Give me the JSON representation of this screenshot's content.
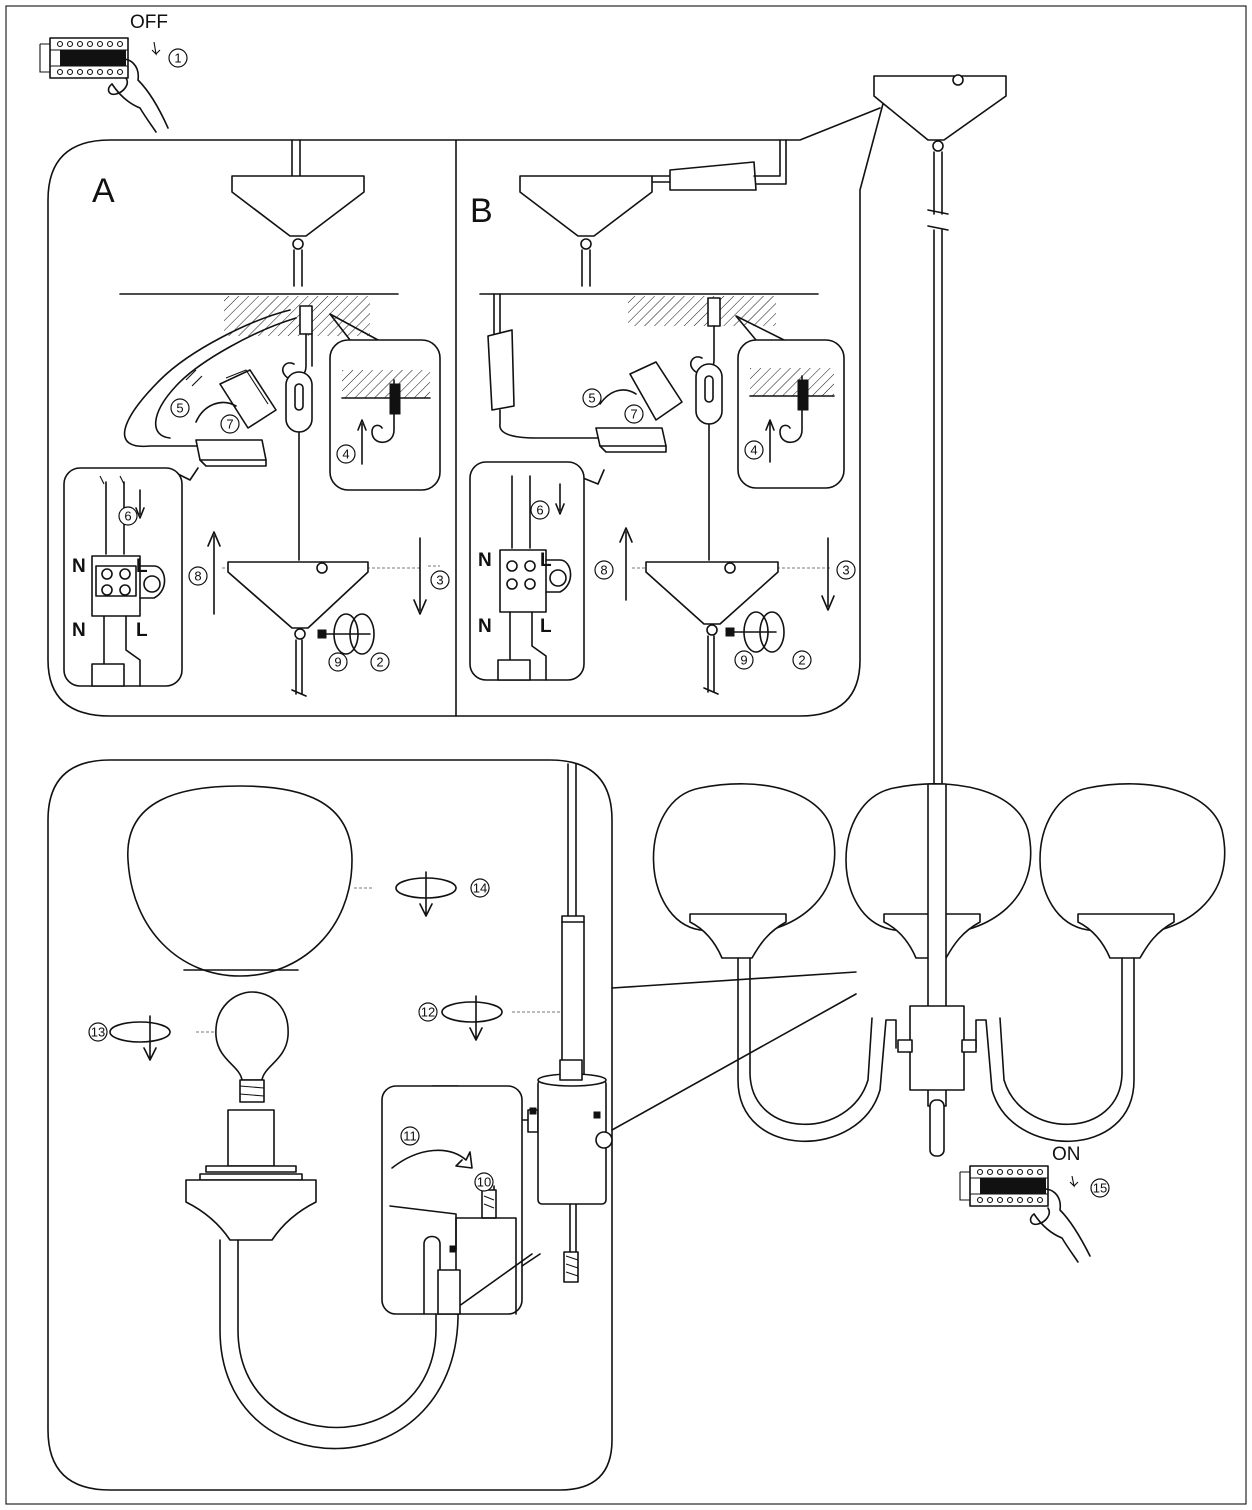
{
  "switch_off": {
    "label": "OFF",
    "step": "1"
  },
  "switch_on": {
    "label": "ON",
    "step": "15"
  },
  "panel_a": {
    "letter": "A",
    "steps": {
      "s2": "2",
      "s3": "3",
      "s4": "4",
      "s5": "5",
      "s6": "6",
      "s7": "7",
      "s8": "8",
      "s9": "9"
    },
    "terminal": {
      "n_top": "N",
      "l_top": "L",
      "n_bottom": "N",
      "l_bottom": "L"
    }
  },
  "panel_b": {
    "letter": "B",
    "steps": {
      "s2": "2",
      "s3": "3",
      "s4": "4",
      "s5": "5",
      "s6": "6",
      "s7": "7",
      "s8": "8",
      "s9": "9"
    },
    "terminal": {
      "n_top": "N",
      "l_top": "L",
      "n_bottom": "N",
      "l_bottom": "L"
    }
  },
  "assembly_panel": {
    "steps": {
      "s10": "10",
      "s11": "11",
      "s12": "12",
      "s13": "13",
      "s14": "14"
    }
  }
}
